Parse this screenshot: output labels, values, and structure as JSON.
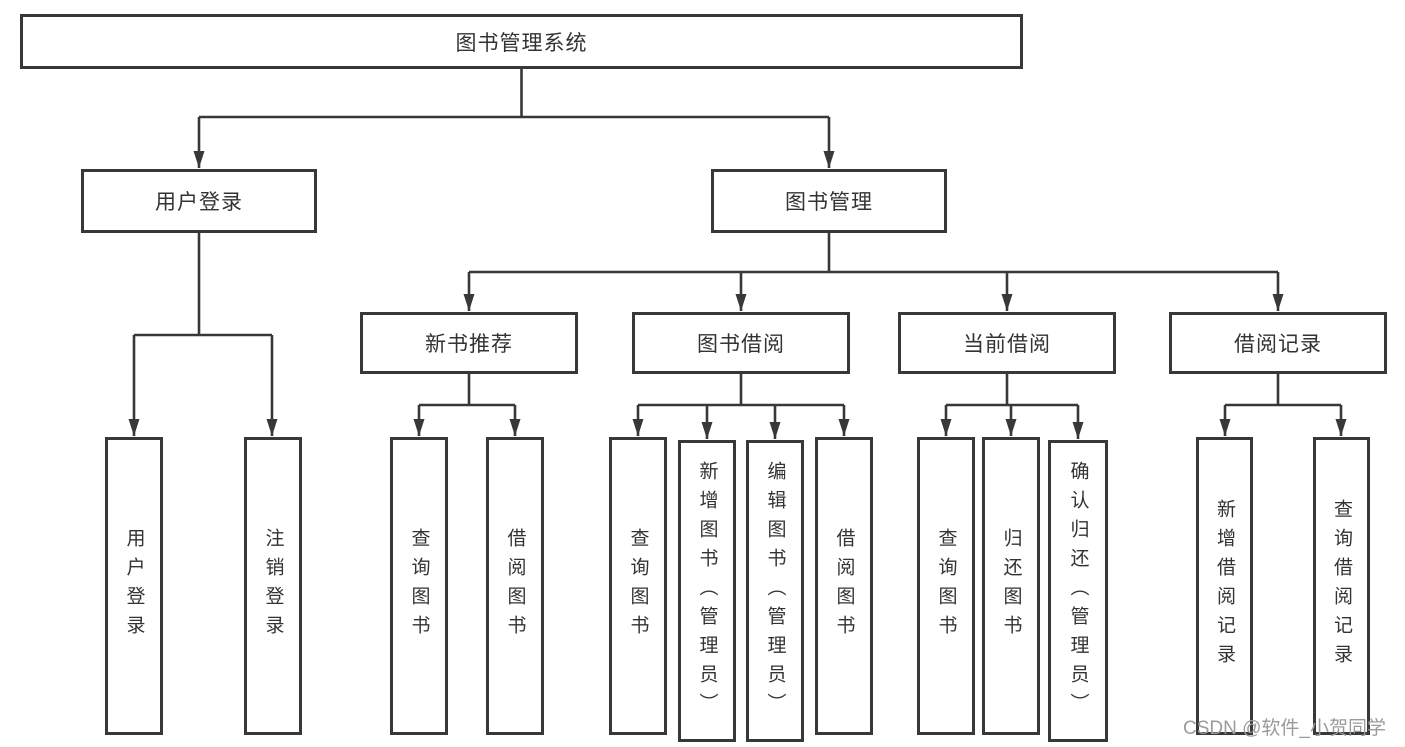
{
  "colors": {
    "line": "#383838",
    "text": "#333333",
    "watermark": "#9b9b9b",
    "background": "#ffffff"
  },
  "watermark": "CSDN @软件_小贺同学",
  "tree": {
    "root": "图书管理系统",
    "level2": [
      {
        "label": "用户登录"
      },
      {
        "label": "图书管理"
      }
    ],
    "level3": [
      {
        "label": "新书推荐"
      },
      {
        "label": "图书借阅"
      },
      {
        "label": "当前借阅"
      },
      {
        "label": "借阅记录"
      }
    ],
    "leaves": {
      "login": [
        "用户登录",
        "注销登录"
      ],
      "recommend": [
        "查询图书",
        "借阅图书"
      ],
      "borrow": [
        "查询图书",
        "新增图书（管理员）",
        "编辑图书（管理员）",
        "借阅图书"
      ],
      "current": [
        "查询图书",
        "归还图书",
        "确认归还（管理员）"
      ],
      "records": [
        "新增借阅记录",
        "查询借阅记录"
      ]
    }
  }
}
